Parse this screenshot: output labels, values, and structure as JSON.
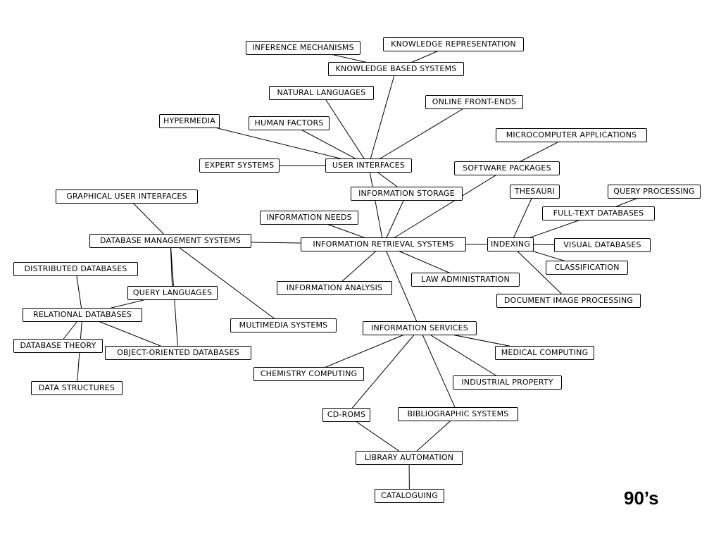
{
  "era_label": "90’s",
  "nodes": [
    {
      "id": "inference",
      "label": "INFERENCE MECHANISMS"
    },
    {
      "id": "knowrep",
      "label": "KNOWLEDGE REPRESENTATION"
    },
    {
      "id": "kbs",
      "label": "KNOWLEDGE BASED SYSTEMS"
    },
    {
      "id": "natlang",
      "label": "NATURAL LANGUAGES"
    },
    {
      "id": "online",
      "label": "ONLINE FRONT-ENDS"
    },
    {
      "id": "hypermedia",
      "label": "HYPERMEDIA"
    },
    {
      "id": "humanfactors",
      "label": "HUMAN FACTORS"
    },
    {
      "id": "microapps",
      "label": "MICROCOMPUTER APPLICATIONS"
    },
    {
      "id": "expert",
      "label": "EXPERT SYSTEMS"
    },
    {
      "id": "ui",
      "label": "USER INTERFACES"
    },
    {
      "id": "software",
      "label": "SOFTWARE PACKAGES"
    },
    {
      "id": "infostorage",
      "label": "INFORMATION STORAGE"
    },
    {
      "id": "thesauri",
      "label": "THESAURI"
    },
    {
      "id": "queryproc",
      "label": "QUERY PROCESSING"
    },
    {
      "id": "gui",
      "label": "GRAPHICAL USER INTERFACES"
    },
    {
      "id": "fulltext",
      "label": "FULL-TEXT DATABASES"
    },
    {
      "id": "infoneeds",
      "label": "INFORMATION NEEDS"
    },
    {
      "id": "dbms",
      "label": "DATABASE MANAGEMENT SYSTEMS"
    },
    {
      "id": "irs",
      "label": "INFORMATION RETRIEVAL SYSTEMS"
    },
    {
      "id": "indexing",
      "label": "INDEXING"
    },
    {
      "id": "visualdb",
      "label": "VISUAL DATABASES"
    },
    {
      "id": "distributed",
      "label": "DISTRIBUTED DATABASES"
    },
    {
      "id": "classification",
      "label": "CLASSIFICATION"
    },
    {
      "id": "lawadmin",
      "label": "LAW ADMINISTRATION"
    },
    {
      "id": "infoanalysis",
      "label": "INFORMATION ANALYSIS"
    },
    {
      "id": "querylang",
      "label": "QUERY LANGUAGES"
    },
    {
      "id": "docimage",
      "label": "DOCUMENT IMAGE PROCESSING"
    },
    {
      "id": "relational",
      "label": "RELATIONAL DATABASES"
    },
    {
      "id": "multimedia",
      "label": "MULTIMEDIA SYSTEMS"
    },
    {
      "id": "infoservices",
      "label": "INFORMATION SERVICES"
    },
    {
      "id": "dbtheory",
      "label": "DATABASE THEORY"
    },
    {
      "id": "oodb",
      "label": "OBJECT-ORIENTED DATABASES"
    },
    {
      "id": "medical",
      "label": "MEDICAL COMPUTING"
    },
    {
      "id": "chemistry",
      "label": "CHEMISTRY COMPUTING"
    },
    {
      "id": "industrial",
      "label": "INDUSTRIAL PROPERTY"
    },
    {
      "id": "datastruct",
      "label": "DATA STRUCTURES"
    },
    {
      "id": "cdroms",
      "label": "CD-ROMS"
    },
    {
      "id": "biblio",
      "label": "BIBLIOGRAPHIC SYSTEMS"
    },
    {
      "id": "libauto",
      "label": "LIBRARY AUTOMATION"
    },
    {
      "id": "cataloguing",
      "label": "CATALOGUING"
    }
  ],
  "edges": [
    [
      "inference",
      "kbs"
    ],
    [
      "knowrep",
      "kbs"
    ],
    [
      "kbs",
      "ui"
    ],
    [
      "natlang",
      "ui"
    ],
    [
      "online",
      "ui"
    ],
    [
      "hypermedia",
      "ui"
    ],
    [
      "humanfactors",
      "ui"
    ],
    [
      "expert",
      "ui"
    ],
    [
      "ui",
      "infostorage"
    ],
    [
      "ui",
      "irs"
    ],
    [
      "microapps",
      "software"
    ],
    [
      "software",
      "irs"
    ],
    [
      "infostorage",
      "irs"
    ],
    [
      "infoneeds",
      "irs"
    ],
    [
      "dbms",
      "irs"
    ],
    [
      "irs",
      "indexing"
    ],
    [
      "irs",
      "infoanalysis"
    ],
    [
      "irs",
      "lawadmin"
    ],
    [
      "irs",
      "infoservices"
    ],
    [
      "thesauri",
      "indexing"
    ],
    [
      "queryproc",
      "fulltext"
    ],
    [
      "fulltext",
      "indexing"
    ],
    [
      "indexing",
      "visualdb"
    ],
    [
      "indexing",
      "classification"
    ],
    [
      "indexing",
      "docimage"
    ],
    [
      "gui",
      "dbms"
    ],
    [
      "dbms",
      "multimedia"
    ],
    [
      "dbms",
      "oodb"
    ],
    [
      "dbms",
      "querylang"
    ],
    [
      "distributed",
      "relational"
    ],
    [
      "querylang",
      "relational"
    ],
    [
      "relational",
      "oodb"
    ],
    [
      "relational",
      "dbtheory"
    ],
    [
      "relational",
      "datastruct"
    ],
    [
      "infoservices",
      "medical"
    ],
    [
      "infoservices",
      "chemistry"
    ],
    [
      "infoservices",
      "industrial"
    ],
    [
      "infoservices",
      "cdroms"
    ],
    [
      "infoservices",
      "biblio"
    ],
    [
      "cdroms",
      "libauto"
    ],
    [
      "biblio",
      "libauto"
    ],
    [
      "libauto",
      "cataloguing"
    ]
  ]
}
